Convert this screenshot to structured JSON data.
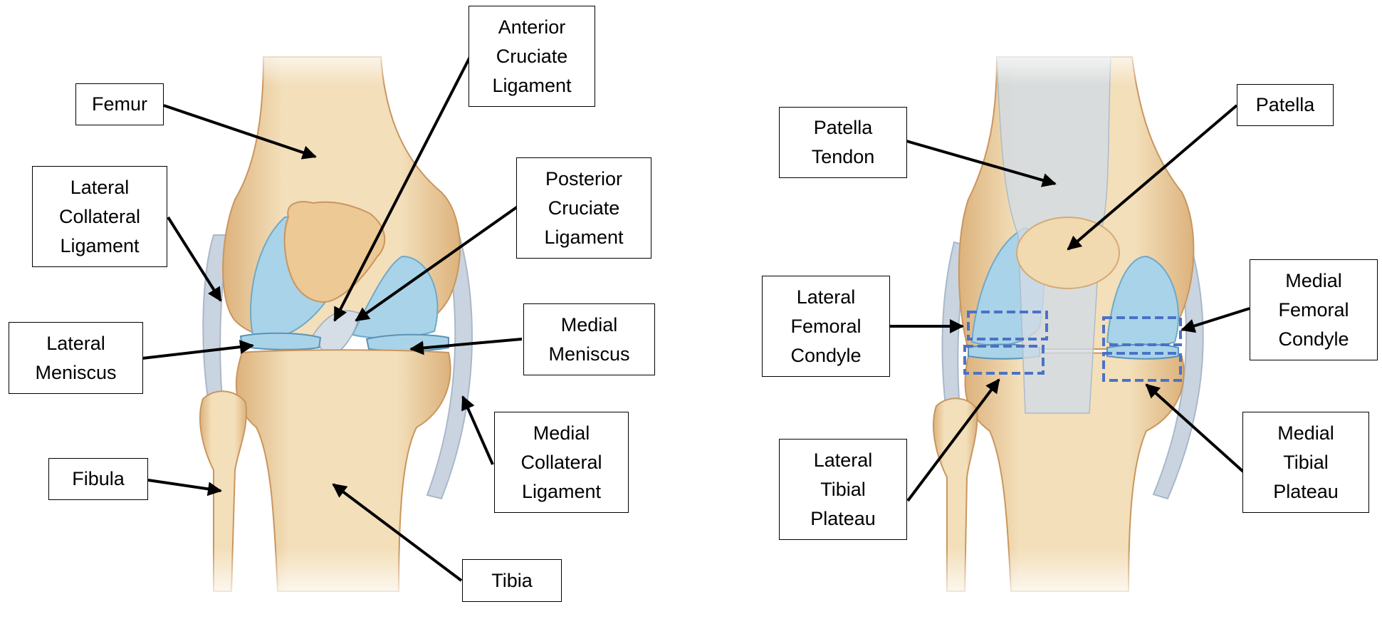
{
  "colors": {
    "bone": "#f2dcb4",
    "bone_shade": "#dcb27c",
    "cartilage": "#a9d3e8",
    "cartilage_dark": "#6fa9c9",
    "ligament": "#c9d4e0",
    "dashed_box": "#4a72c8",
    "arrow": "#000000"
  },
  "left_figure": {
    "labels": {
      "femur": [
        "Femur"
      ],
      "acl": [
        "Anterior",
        "Cruciate",
        "Ligament"
      ],
      "lcl": [
        "Lateral",
        "Collateral",
        "Ligament"
      ],
      "pcl": [
        "Posterior",
        "Cruciate",
        "Ligament"
      ],
      "lateral_meniscus": [
        "Lateral",
        "Meniscus"
      ],
      "medial_meniscus": [
        "Medial",
        "Meniscus"
      ],
      "fibula": [
        "Fibula"
      ],
      "mcl": [
        "Medial",
        "Collateral",
        "Ligament"
      ],
      "tibia": [
        "Tibia"
      ]
    }
  },
  "right_figure": {
    "labels": {
      "patella_tendon": [
        "Patella",
        "Tendon"
      ],
      "patella": [
        "Patella"
      ],
      "lateral_femoral_condyle": [
        "Lateral",
        "Femoral",
        "Condyle"
      ],
      "medial_femoral_condyle": [
        "Medial",
        "Femoral",
        "Condyle"
      ],
      "lateral_tibial_plateau": [
        "Lateral",
        "Tibial",
        "Plateau"
      ],
      "medial_tibial_plateau": [
        "Medial",
        "Tibial",
        "Plateau"
      ]
    }
  }
}
